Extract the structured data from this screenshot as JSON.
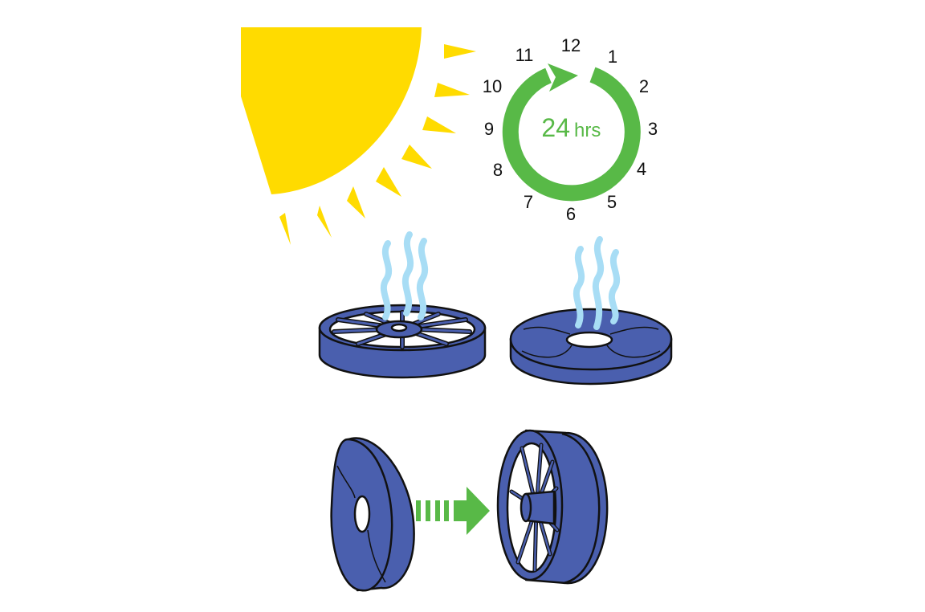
{
  "colors": {
    "sun": "#FFDB00",
    "green": "#58B947",
    "blue": "#4A5FAE",
    "steam": "#A8DDF5",
    "outline": "#111111"
  },
  "icons": [
    "sun-icon",
    "clock-cycle-icon",
    "steam-icon",
    "pleated-filter-icon",
    "foam-filter-icon",
    "arrow-right-icon"
  ],
  "clock": {
    "numbers": [
      "12",
      "1",
      "2",
      "3",
      "4",
      "5",
      "6",
      "7",
      "8",
      "9",
      "10",
      "11"
    ],
    "center_value": "24",
    "center_unit": "hrs"
  }
}
